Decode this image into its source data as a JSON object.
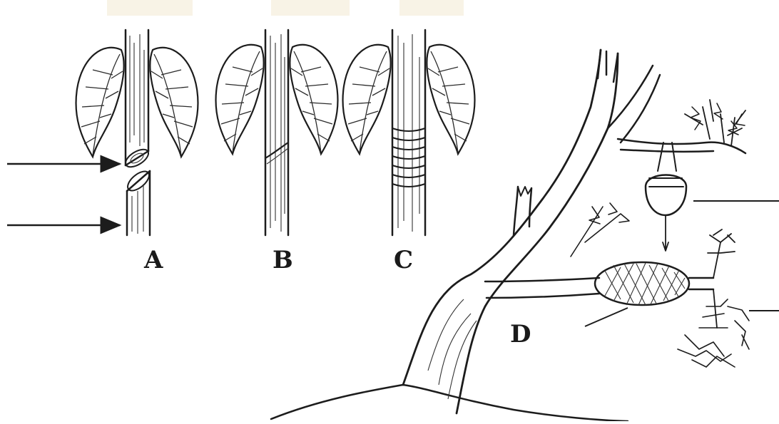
{
  "figure": {
    "labels": {
      "a": "A",
      "b": "B",
      "c": "C",
      "d": "D"
    }
  }
}
